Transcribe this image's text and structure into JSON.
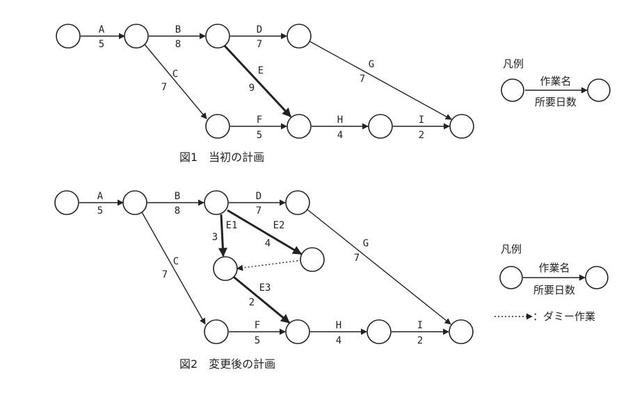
{
  "figure1": {
    "caption": "図1　当初の計画",
    "activities": [
      {
        "key": "A",
        "name": "A",
        "days": "5"
      },
      {
        "key": "B",
        "name": "B",
        "days": "8"
      },
      {
        "key": "C",
        "name": "C",
        "days": "7"
      },
      {
        "key": "D",
        "name": "D",
        "days": "7"
      },
      {
        "key": "E",
        "name": "E",
        "days": "9"
      },
      {
        "key": "F",
        "name": "F",
        "days": "5"
      },
      {
        "key": "G",
        "name": "G",
        "days": "7"
      },
      {
        "key": "H",
        "name": "H",
        "days": "4"
      },
      {
        "key": "I",
        "name": "I",
        "days": "2"
      }
    ],
    "legend": {
      "title": "凡例",
      "name_label": "作業名",
      "days_label": "所要日数"
    }
  },
  "figure2": {
    "caption": "図2　変更後の計画",
    "activities": [
      {
        "key": "A",
        "name": "A",
        "days": "5"
      },
      {
        "key": "B",
        "name": "B",
        "days": "8"
      },
      {
        "key": "C",
        "name": "C",
        "days": "7"
      },
      {
        "key": "D",
        "name": "D",
        "days": "7"
      },
      {
        "key": "E1",
        "name": "E1",
        "days": "3"
      },
      {
        "key": "E2",
        "name": "E2",
        "days": "4"
      },
      {
        "key": "E3",
        "name": "E3",
        "days": "2"
      },
      {
        "key": "F",
        "name": "F",
        "days": "5"
      },
      {
        "key": "G",
        "name": "G",
        "days": "7"
      },
      {
        "key": "H",
        "name": "H",
        "days": "4"
      },
      {
        "key": "I",
        "name": "I",
        "days": "2"
      }
    ],
    "legend": {
      "title": "凡例",
      "name_label": "作業名",
      "days_label": "所要日数",
      "dummy_label": "：ダミー作業"
    }
  },
  "colors": {
    "ink": "#222222",
    "background": "#ffffff"
  }
}
